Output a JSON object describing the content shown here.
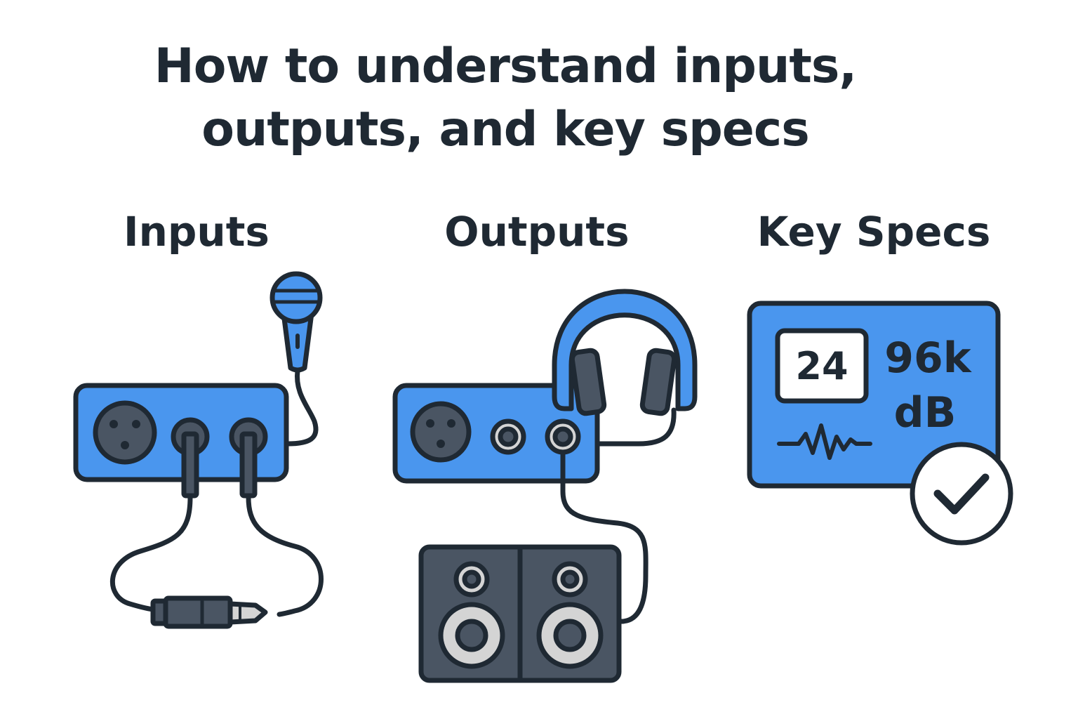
{
  "title": {
    "line1": "How to understand inputs,",
    "line2": "outputs, and key specs"
  },
  "sections": {
    "inputs": {
      "label": "Inputs"
    },
    "outputs": {
      "label": "Outputs"
    },
    "specs": {
      "label": "Key Specs",
      "bit_depth": "24",
      "sample_rate": "96k",
      "level_unit": "dB"
    }
  },
  "icons": {
    "microphone": "microphone-icon",
    "audio_interface": "audio-interface-icon",
    "jack_cable": "jack-cable-icon",
    "headphones": "headphones-icon",
    "speakers": "studio-monitor-icon",
    "waveform": "waveform-icon",
    "checkmark": "check-icon"
  },
  "colors": {
    "accent_blue": "#4a96ee",
    "outline": "#1f2933",
    "dark_gray": "#4a5563",
    "light_gray": "#d4d4d4"
  }
}
